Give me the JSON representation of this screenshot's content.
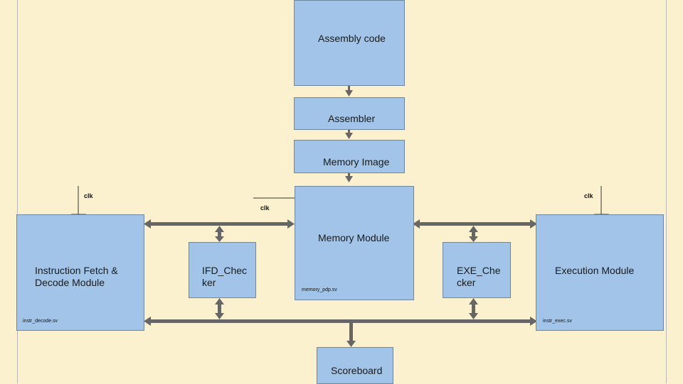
{
  "diagram": {
    "blocks": {
      "assembly_code": "Assembly code",
      "assembler": "Assembler",
      "memory_image": "Memory Image",
      "memory_module": "Memory Module",
      "memory_file": "memory_pdp.sv",
      "ifd_block": "Instruction Fetch &\nDecode Module",
      "ifd_file": "instr_decode.sv",
      "ifd_checker": "IFD_Chec\nker",
      "exe_checker": "EXE_Che\ncker",
      "exec_block": "Execution Module",
      "exec_file": "instr_exec.sv",
      "scoreboard": "Scoreboard"
    },
    "clock_labels": {
      "left": "clk",
      "center": "clk",
      "right": "clk"
    },
    "colors": {
      "background": "#fcf1cf",
      "block_fill": "#a2c4e8",
      "block_border": "#6f86a0",
      "connector": "#666666"
    }
  }
}
